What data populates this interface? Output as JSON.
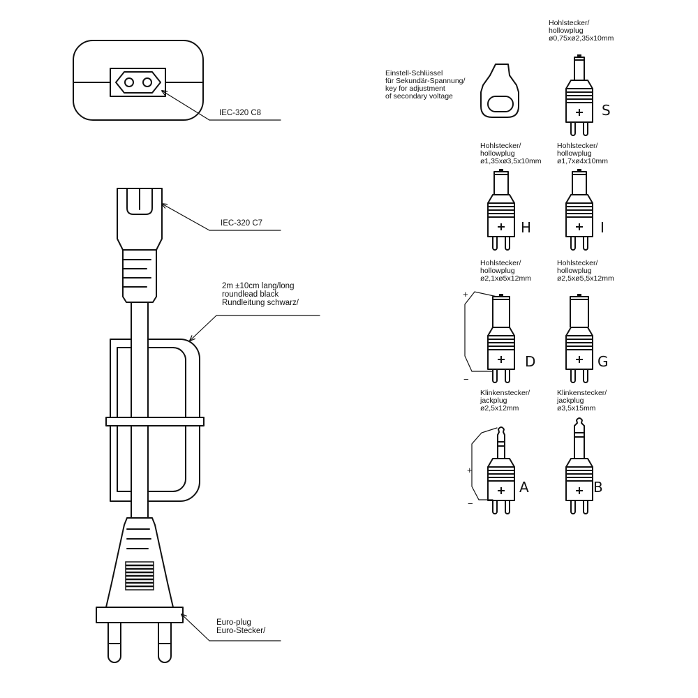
{
  "labels": {
    "iec_c8": "IEC-320 C8",
    "iec_c7": "IEC-320 C7",
    "cable": [
      "2m ±10cm lang/long",
      "roundlead black",
      "Rundleitung schwarz/"
    ],
    "euro_plug": [
      "Euro-plug",
      "Euro-Stecker/"
    ],
    "key": [
      "Einstell-Schlüssel",
      "für Sekundär-Spannung/",
      "key for adjustment",
      "of secondary voltage"
    ]
  },
  "plugs": [
    {
      "id": "S",
      "letter": "S",
      "lines": [
        "Hohlstecker/",
        "hollowplug",
        "ø0,75xø2,35x10mm"
      ]
    },
    {
      "id": "H",
      "letter": "H",
      "lines": [
        "Hohlstecker/",
        "hollowplug",
        "ø1,35xø3,5x10mm"
      ]
    },
    {
      "id": "I",
      "letter": "I",
      "lines": [
        "Hohlstecker/",
        "hollowplug",
        "ø1,7xø4x10mm"
      ]
    },
    {
      "id": "D",
      "letter": "D",
      "lines": [
        "Hohlstecker/",
        "hollowplug",
        "ø2,1xø5x12mm"
      ]
    },
    {
      "id": "G",
      "letter": "G",
      "lines": [
        "Hohlstecker/",
        "hollowplug",
        "ø2,5xø5,5x12mm"
      ]
    },
    {
      "id": "A",
      "letter": "A",
      "lines": [
        "Klinkenstecker/",
        "jackplug",
        "ø2,5x12mm"
      ]
    },
    {
      "id": "B",
      "letter": "B",
      "lines": [
        "Klinkenstecker/",
        "jackplug",
        "ø3,5x15mm"
      ]
    }
  ],
  "polarity": {
    "plus": "+",
    "minus": "−"
  }
}
